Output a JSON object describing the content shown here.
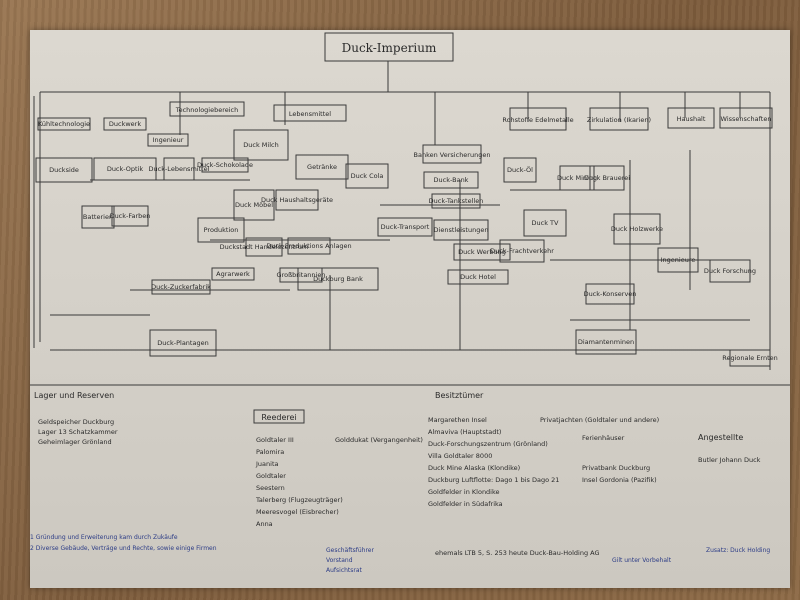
{
  "title": "Duck-Imperium",
  "top_boxes": [
    {
      "text": "Technologiebereich",
      "x": 0
    },
    {
      "text": "Lebensmittel",
      "x": 0
    },
    {
      "text": "Banken Versicherungen",
      "x": 0
    },
    {
      "text": "Rohstoffe Edelmetalle",
      "x": 0
    },
    {
      "text": "Zirkulation (Ikarien)",
      "x": 0
    },
    {
      "text": "Haushalt",
      "x": 0
    },
    {
      "text": "Wissenschaften",
      "x": 0
    }
  ],
  "nodes": [
    "Kühltechnologie",
    "Duckwerk",
    "Ingenieur",
    "Duckside",
    "Duck-Optik",
    "Duck-Lebensmittel",
    "Duck-Schokolade",
    "Duck Milch",
    "Getränke",
    "Duck Cola",
    "Duck-Bank",
    "Duck-Öl",
    "Duck TV",
    "Duck Mining",
    "Duck Brauerei",
    "Batterien",
    "Duck-Farben",
    "Produktion",
    "Duck Möbel",
    "Duck Haushaltsgeräte",
    "Duck-Transport",
    "Duck-Tankstellen",
    "Dienstleistungen",
    "Duck Werbung",
    "Duckstadt Handelszentrum",
    "Duck Produktions Anlagen",
    "Großbritannien",
    "Agrarwerk",
    "Duck-Zuckerfabrik",
    "Duck-Plantagen",
    "Duckburg Bank",
    "Duck Hotel",
    "Duck-Frachtverkehr",
    "Diamantenminen",
    "Duck-Konserven",
    "Duck Holzwerke",
    "Ingenieure",
    "Duck Forschung",
    "Regionale Ernten"
  ],
  "legend": {
    "lager_heading": "Lager und Reserven",
    "lager_items": [
      "Geldspeicher Duckburg",
      "Lager 13 Schatzkammer",
      "Geheimlager Grönland"
    ],
    "reederei_heading": "Reederei",
    "reederei_items": [
      "Goldtaler III",
      "Palomira",
      "Juanita",
      "Goldtaler",
      "Seestern",
      "Talerberg (Flugzeugträger)",
      "Meeresvogel (Eisbrecher)",
      "Anna"
    ],
    "reederei_side": "Golddukat (Vergangenheit)",
    "besitz_heading": "Besitztümer",
    "besitz_items": [
      "Margarethen Insel",
      "Almaviva (Hauptstadt)",
      "Duck-Forschungszentrum (Grönland)",
      "Villa Goldtaler 8000",
      "Duck Mine Alaska (Klondike)",
      "Duckburg Luftflotte: Dago 1 bis Dago 21",
      "Goldfelder in Klondike",
      "Goldfelder in Südafrika"
    ],
    "besitz_col2": [
      "Privatjachten (Goldtaler und andere)",
      "Ferienhäuser",
      "Privatbank Duckburg",
      "Insel Gordonia (Pazifik)"
    ],
    "angestellte_heading": "Angestellte",
    "angestellte_items": [
      "Butler Johann Duck"
    ],
    "footnotes": [
      "1 Gründung und Erweiterung kam durch Zukäufe",
      "2 Diverse Gebäude, Verträge und Rechte, sowie einige Firmen"
    ],
    "footnotes_mid": [
      "Geschäftsführer",
      "Vorstand",
      "Aufsichtsrat"
    ],
    "footnote_center": "ehemals LTB 5, S. 253 heute Duck-Bau-Holding AG",
    "footnote_right": "Gilt unter Vorbehalt",
    "footnote_far_right": "Zusatz: Duck Holding"
  },
  "colors": {
    "paper": "#d6d2ca",
    "ink": "#2a2a2a",
    "blue_ink": "#2c3c86",
    "table": "#8a6a4a"
  }
}
